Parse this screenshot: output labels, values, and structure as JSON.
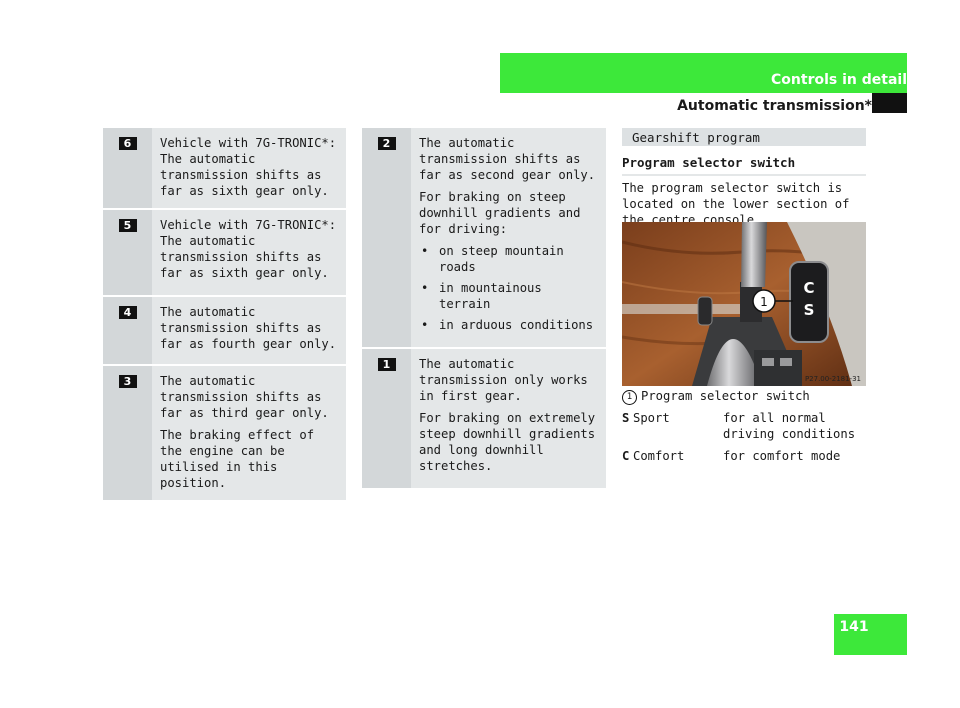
{
  "header": {
    "section": "Controls in detail",
    "title": "Automatic transmission*",
    "page_number": "141"
  },
  "left_table": [
    {
      "symbol": "6",
      "paragraphs": [
        "Vehicle with 7G-TRONIC*:\nThe automatic transmission shifts as far as sixth gear only."
      ]
    },
    {
      "symbol": "5",
      "paragraphs": [
        "Vehicle with 7G-TRONIC*:\nThe automatic transmission shifts as far as sixth gear only."
      ]
    },
    {
      "symbol": "4",
      "paragraphs": [
        "The automatic transmission shifts as far as fourth gear only."
      ]
    },
    {
      "symbol": "3",
      "paragraphs": [
        "The automatic transmission shifts as far as third gear only.",
        "The braking effect of the engine can be utilised in this position."
      ]
    }
  ],
  "mid_table": [
    {
      "symbol": "2",
      "paragraphs": [
        "The automatic transmission shifts as far as second gear only.",
        "For braking on steep downhill gradients and for driving:"
      ],
      "bullets": [
        "on steep mountain roads",
        "in mountainous terrain",
        "in arduous conditions"
      ]
    },
    {
      "symbol": "1",
      "paragraphs": [
        "The automatic transmission only works in first gear.",
        "For braking on extremely steep downhill gradients and long downhill stretches."
      ]
    }
  ],
  "right": {
    "section_label": "Gearshift program",
    "subheading": "Program selector switch",
    "intro": "The program selector switch is located on the lower section of the centre console.",
    "photo": {
      "callout": "1",
      "button_top": "C",
      "button_bottom": "S",
      "code": "P27.00-2181-31"
    },
    "caption_num": "1",
    "caption_text": "Program selector switch",
    "modes": [
      {
        "key": "S",
        "name": "Sport",
        "desc": "for all normal driving conditions"
      },
      {
        "key": "C",
        "name": "Comfort",
        "desc": "for comfort mode"
      }
    ]
  }
}
